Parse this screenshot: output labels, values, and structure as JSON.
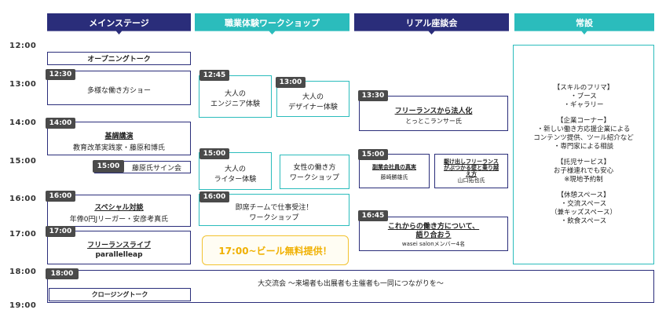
{
  "headers": {
    "main_stage": "メインステージ",
    "workshop": "職業体験ワークショップ",
    "roundtable": "リアル座談会",
    "permanent": "常設"
  },
  "times": [
    "12:00",
    "13:00",
    "14:00",
    "15:00",
    "16:00",
    "17:00",
    "18:00",
    "19:00"
  ],
  "main": {
    "opening": "オープニングトーク",
    "s1_time": "12:30",
    "s1_title": "多様な働き方ショー",
    "s2_time": "14:00",
    "s2_title": "基調講演",
    "s2_sub": "教育改革実践家・藤原和博氏",
    "s3_time": "15:00",
    "s3_title": "藤原氏サイン会",
    "s4_time": "16:00",
    "s4_title": "スペシャル対談",
    "s4_sub": "年俸0円Jリーガー・安彦考真氏",
    "s5_time": "17:00",
    "s5_title": "フリーランスライブ",
    "s5_sub": "parallelleap"
  },
  "workshop": {
    "w1_time": "12:45",
    "w1_line1": "大人の",
    "w1_line2": "エンジニア体験",
    "w2_time": "13:00",
    "w2_line1": "大人の",
    "w2_line2": "デザイナー体験",
    "w3_time": "15:00",
    "w3_line1": "大人の",
    "w3_line2": "ライター体験",
    "w4_line1": "女性の働き方",
    "w4_line2": "ワークショップ",
    "w5_time": "16:00",
    "w5_line1": "即席チームで仕事受注！",
    "w5_line2": "ワークショップ"
  },
  "callout": "17:00~ビール無料提供！",
  "roundtable": {
    "r1_time": "13:30",
    "r1_title": "フリーランスから法人化",
    "r1_sub": "とっとこランサー氏",
    "r2_time": "15:00",
    "r2_title": "副業会社員の真実",
    "r2_sub": "藤崎勝雄氏",
    "r3_line1": "駆け出しフリーランス",
    "r3_line2": "がぶつかる壁と乗り越",
    "r3_line3": "え方",
    "r3_sub": "山口拓也氏",
    "r4_time": "16:45",
    "r4_title1": "これからの働き方について、",
    "r4_title2": "語り合おう",
    "r4_sub": "wasei salonメンバー4名"
  },
  "permanent": {
    "skill_title": "【スキルのフリマ】",
    "skill_1": "・ブース",
    "skill_2": "・ギャラリー",
    "corp_title": "【企業コーナー】",
    "corp_1": "・新しい働き方応援企業による",
    "corp_2": "コンテンツ提供、ツール紹介など",
    "corp_3": "・専門家による相談",
    "child_title": "【託児サービス】",
    "child_1": "お子様連れでも安心",
    "child_2": "※現地予約制",
    "rest_title": "【休憩スペース】",
    "rest_1": "・交流スペース",
    "rest_2": "（兼キッズスペース）",
    "rest_3": "・飲食スペース"
  },
  "evening": {
    "time": "18:00",
    "party": "大交流会 ～来場者も出展者も主催者も一同につながりを～",
    "closing": "クロージングトーク"
  },
  "colors": {
    "navy": "#2a2d7a",
    "teal": "#2bbcbc",
    "tag": "#4a4a4a",
    "callout": "#f0b000"
  }
}
